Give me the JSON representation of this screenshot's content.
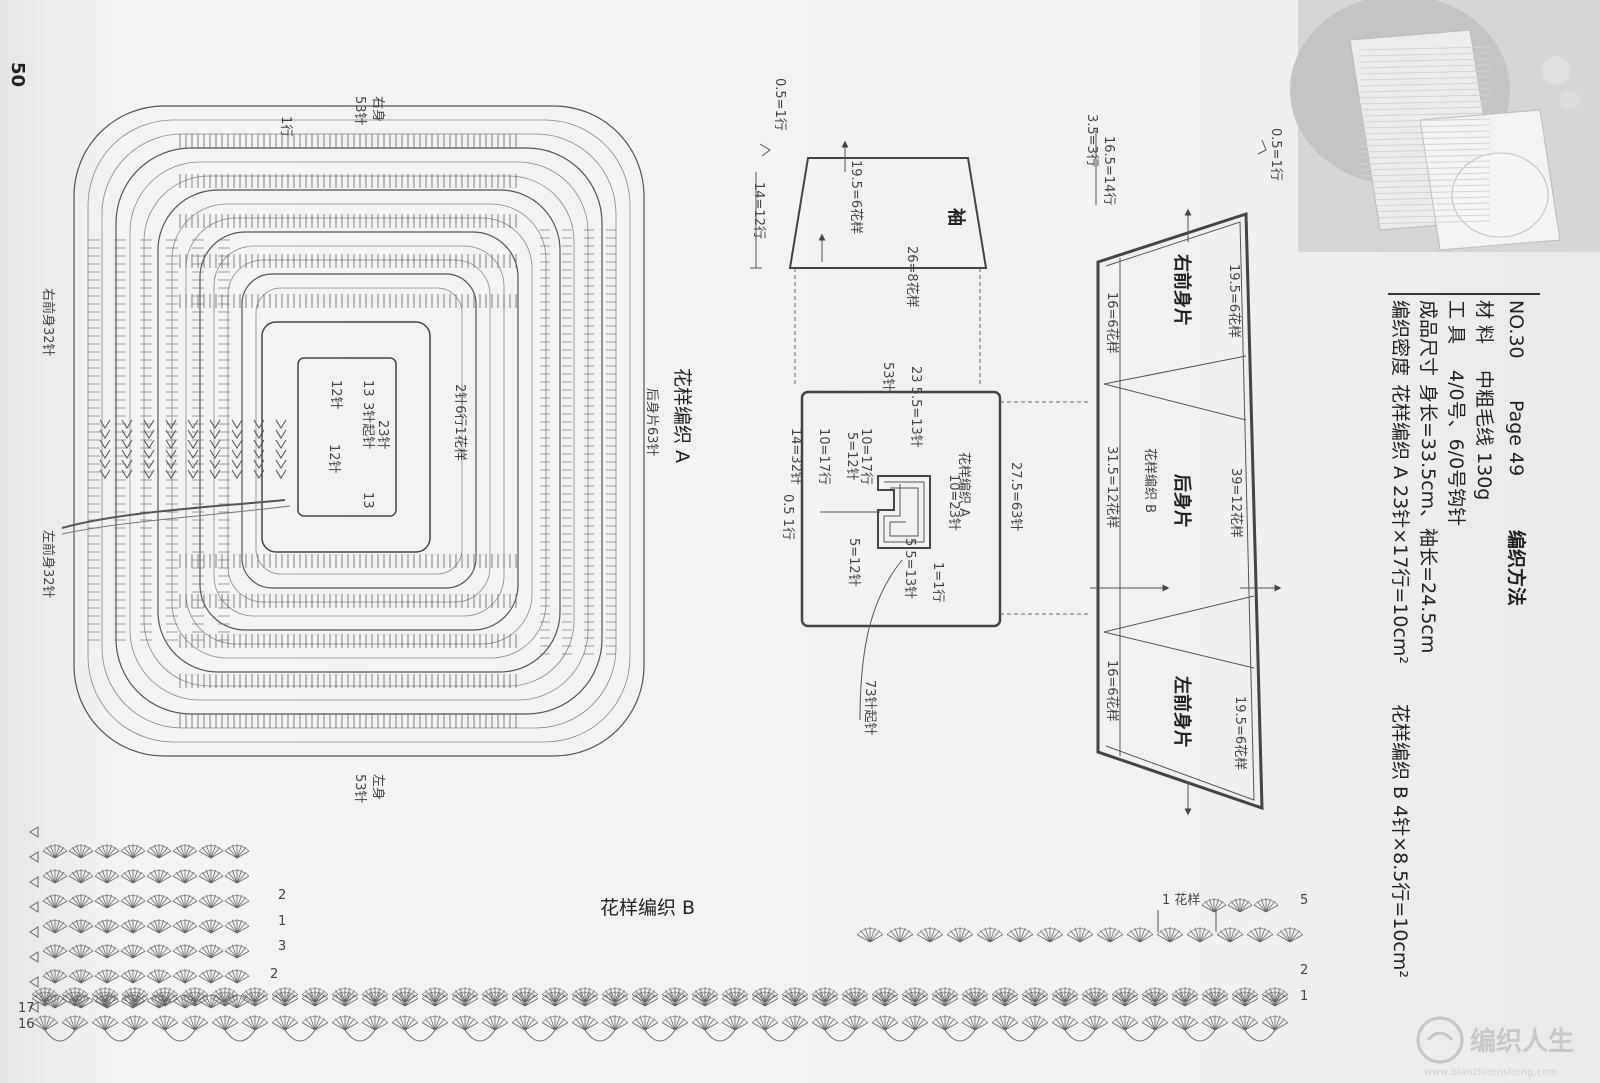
{
  "page_number": "50",
  "info": {
    "no": "NO.30",
    "page_ref": "Page 49",
    "method": "编织方法",
    "material_label": "材  料",
    "material": "中粗毛线 130g",
    "tool_label": "工  具",
    "tool": "4/0号、6/0号钩针",
    "size_label": "成品尺寸",
    "size": "身长=33.5cm、袖长=24.5cm",
    "gauge_label": "编织密度",
    "gauge_a": "花样编织 A 23针×17行=10cm²",
    "gauge_b": "花样编织 B 4针×8.5行=10cm²"
  },
  "chart_a": {
    "title": "花样编织 A",
    "right_body": "右身",
    "right_body_count": "53针",
    "left_body": "左身",
    "left_body_count": "53针",
    "back_label": "后身片63针",
    "right_front": "右前身32针",
    "left_front": "左前身32针",
    "c12a": "12针",
    "c12b": "12针",
    "c13a": "13",
    "c13b": "13",
    "c23": "23针",
    "chain": "3针起针",
    "pattern": "2针6行1花样",
    "row": "1行"
  },
  "chart_b": {
    "title": "花样编织 B",
    "repeat": "1 花样",
    "rows_right": [
      "5",
      "2",
      "1"
    ],
    "rows_left": [
      "2",
      "1",
      "3",
      "2",
      "17",
      "16"
    ]
  },
  "sleeve": {
    "label": "袖",
    "top_width": "19.5=6花样",
    "bottom_width": "26=8花样",
    "row_top": "0.5=1行",
    "length": "14=12行"
  },
  "yoke": {
    "pattern_label": "花样编织 A",
    "width": "27.5=63针",
    "top": "23 5.5=13针",
    "top_53": "53针",
    "center": "10=23针",
    "side_a": "10=17行",
    "side_b": "5=12针",
    "bottom_14": "14=32针",
    "bottom_10": "10=17行",
    "bottom_5": "5=12针",
    "center_bottom": "5.5=13针",
    "row_1": "1=1行",
    "row_05": "0.5 1行",
    "chain": "73针起针"
  },
  "body": {
    "right_front": "右前身片",
    "back": "后身片",
    "left_front": "左前身片",
    "pattern_b": "花样编织 B",
    "edge_19_top": "19.5=6花样",
    "edge_19_bottom": "19.5=6花样",
    "back_39": "39=12花样",
    "edge_16_top": "16=6花样",
    "edge_16_bottom": "16=6花样",
    "back_31": "31.5=12花样",
    "left_top_row": "0.5=1行",
    "height": "16.5=14行",
    "left_bottom_row": "3.5=3行"
  },
  "watermark": {
    "text": "编织人生",
    "url": "www.bianzhirensheng.com"
  }
}
